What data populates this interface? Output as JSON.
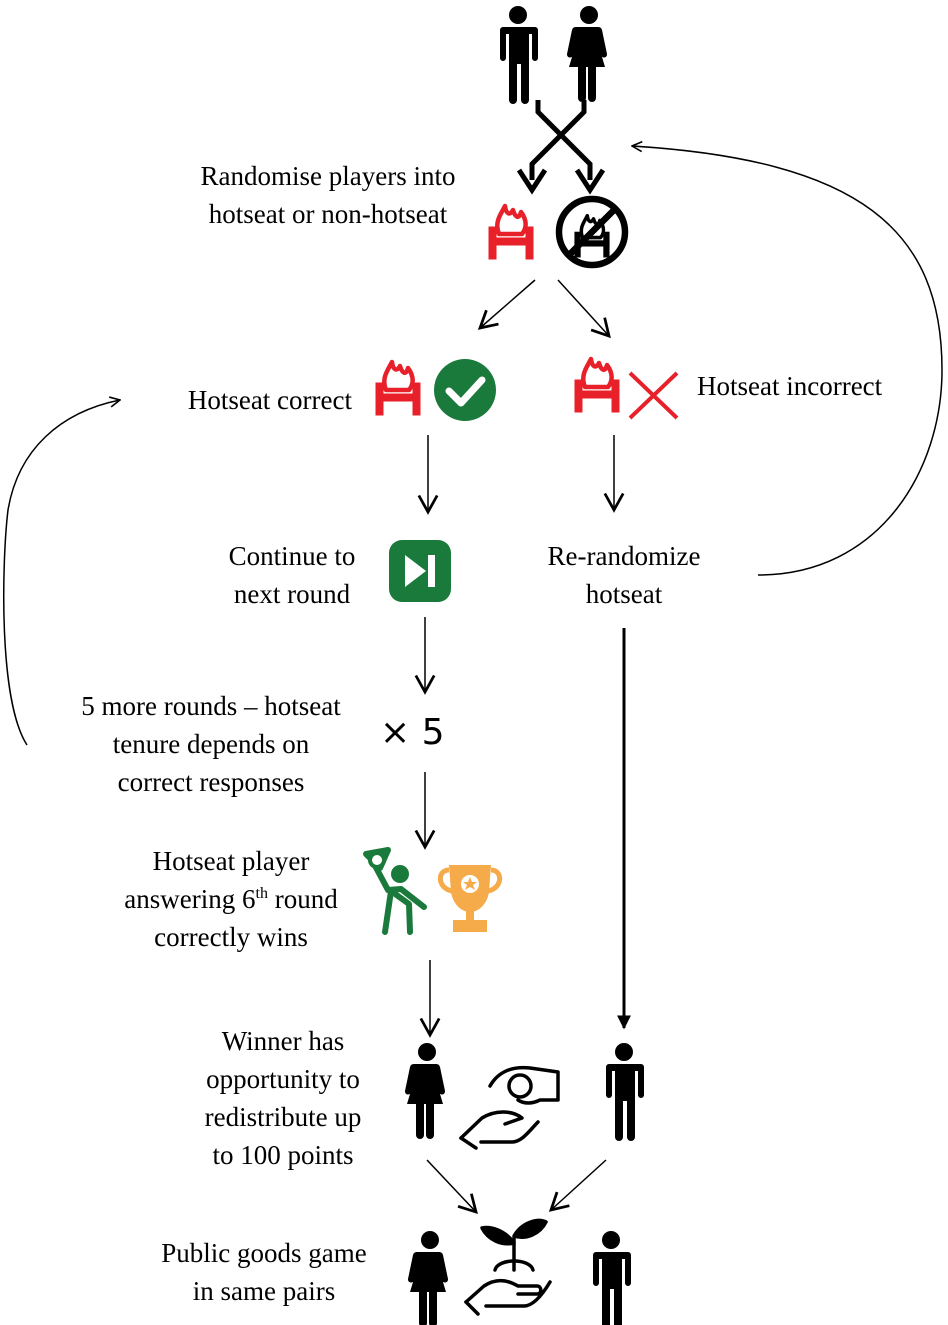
{
  "steps": {
    "randomise": [
      "Randomise players into",
      "hotseat or non-hotseat"
    ],
    "hotseat_correct": "Hotseat correct",
    "hotseat_incorrect": "Hotseat incorrect",
    "continue": [
      "Continue to",
      "next round"
    ],
    "rerandomize": [
      "Re-randomize",
      "hotseat"
    ],
    "more_rounds": [
      "5 more rounds – hotseat",
      "tenure depends on",
      "correct responses"
    ],
    "times_five": "× 5",
    "hotseat_wins": {
      "line1": "Hotseat player",
      "line2_before": "answering 6",
      "line2_sup": "th",
      "line2_after": " round",
      "line3": "correctly wins"
    },
    "redistribute": [
      "Winner has",
      "opportunity to",
      "redistribute up",
      "to 100 points"
    ],
    "public_goods": [
      "Public goods game",
      "in same pairs"
    ]
  },
  "icons": {
    "male": "man-icon",
    "female": "woman-icon",
    "hotseat": "hot-seat-icon",
    "no_hotseat": "no-hot-seat-icon",
    "correct": "checkmark-circle-icon",
    "incorrect": "cross-icon",
    "next": "skip-next-icon",
    "winner": "celebrating-person-icon",
    "trophy": "trophy-icon",
    "give": "give-coin-icon",
    "plant": "plant-in-hand-icon"
  },
  "colors": {
    "hotseat_red": "#e8202a",
    "correct_green": "#1a7a3c",
    "trophy_orange": "#f5ab4a",
    "ink": "#000000"
  }
}
